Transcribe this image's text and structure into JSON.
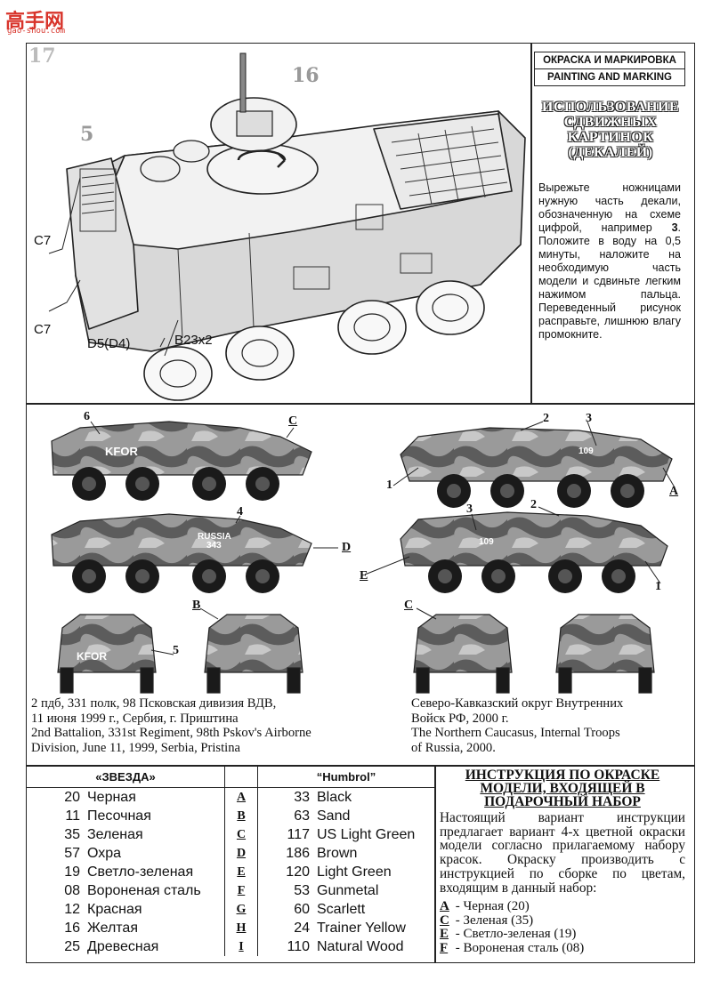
{
  "watermark": {
    "brand": "高手网",
    "url": "gao-shou.com"
  },
  "page_number": "17",
  "header": {
    "ru": "ОКРАСКА И МАРКИРОВКА",
    "en": "PAINTING AND MARKING"
  },
  "decal_section": {
    "title": [
      "ИСПОЛЬЗОВАНИЕ",
      "СДВИЖНЫХ",
      "КАРТИНОК",
      "(ДЕКАЛЕЙ)"
    ],
    "text_before": "Вырежьте ножницами нужную часть декали, обозначенную на схеме цифрой, например ",
    "text_number": "3",
    "text_after": ". Положите в воду на 0,5 минуты, наложите на необходимую часть модели и сдвиньте легким нажимом пальца. Переведенный рисунок расправьте, лишнюю влагу промокните."
  },
  "diagram_labels": {
    "n16": "16",
    "n5": "5",
    "c7a": "C7",
    "c7b": "C7",
    "d5": "D5(D4)",
    "b23": "B23x2"
  },
  "vehicle_markings": {
    "kfor": "KFOR",
    "russia": "RUSSIA",
    "n343": "343",
    "n109": "109"
  },
  "callouts": {
    "left_top": {
      "six": "6",
      "c": "C"
    },
    "left_mid": {
      "four": "4",
      "d": "D"
    },
    "left_bot": {
      "b": "B",
      "five": "5"
    },
    "right_top": {
      "two": "2",
      "three": "3",
      "one": "1",
      "a": "A"
    },
    "right_mid": {
      "three": "3",
      "two": "2",
      "e": "E",
      "one": "1"
    },
    "right_bot": {
      "c": "C"
    }
  },
  "captions": {
    "left": [
      "2 пдб, 331 полк, 98 Псковская дивизия ВДВ,",
      "11 июня 1999 г., Сербия, г. Приштина",
      "2nd Battalion, 331st Regiment, 98th Pskov's Airborne",
      "Division, June 11, 1999, Serbia, Pristina"
    ],
    "right": [
      "Северо-Кавказский округ Внутренних",
      "Войск РФ, 2000 г.",
      "The Northern Caucasus, Internal Troops",
      "of Russia, 2000."
    ]
  },
  "paint_table": {
    "header_left": "«ЗВЕЗДА»",
    "header_right": "“Humbrol”",
    "rows": [
      {
        "zv_num": "20",
        "zv_name": "Черная",
        "letter": "A",
        "hb_num": "33",
        "hb_name": "Black"
      },
      {
        "zv_num": "11",
        "zv_name": "Песочная",
        "letter": "B",
        "hb_num": "63",
        "hb_name": "Sand"
      },
      {
        "zv_num": "35",
        "zv_name": "Зеленая",
        "letter": "C",
        "hb_num": "117",
        "hb_name": "US Light Green"
      },
      {
        "zv_num": "57",
        "zv_name": "Охра",
        "letter": "D",
        "hb_num": "186",
        "hb_name": "Brown"
      },
      {
        "zv_num": "19",
        "zv_name": "Светло-зеленая",
        "letter": "E",
        "hb_num": "120",
        "hb_name": "Light Green"
      },
      {
        "zv_num": "08",
        "zv_name": "Вороненая сталь",
        "letter": "F",
        "hb_num": "53",
        "hb_name": "Gunmetal"
      },
      {
        "zv_num": "12",
        "zv_name": "Красная",
        "letter": "G",
        "hb_num": "60",
        "hb_name": "Scarlett"
      },
      {
        "zv_num": "16",
        "zv_name": "Желтая",
        "letter": "H",
        "hb_num": "24",
        "hb_name": "Trainer Yellow"
      },
      {
        "zv_num": "25",
        "zv_name": "Древесная",
        "letter": "I",
        "hb_num": "110",
        "hb_name": "Natural Wood"
      }
    ]
  },
  "gift_set": {
    "title": [
      "ИНСТРУКЦИЯ ПО ОКРАСКЕ",
      "МОДЕЛИ, ВХОДЯЩЕЙ В",
      "ПОДАРОЧНЫЙ НАБОР"
    ],
    "body": "Настоящий вариант инструкции предлагает вариант 4-х цветной окраски модели согласно прилагаемому набору красок. Окраску производить с инструкцией по сборке по цветам, входящим в данный набор:",
    "items": [
      {
        "letter": "A",
        "text": "- Черная (20)"
      },
      {
        "letter": "C",
        "text": "- Зеленая (35)"
      },
      {
        "letter": "E",
        "text": "- Светло-зеленая (19)"
      },
      {
        "letter": "F",
        "text": "- Вороненая сталь (08)"
      }
    ]
  }
}
